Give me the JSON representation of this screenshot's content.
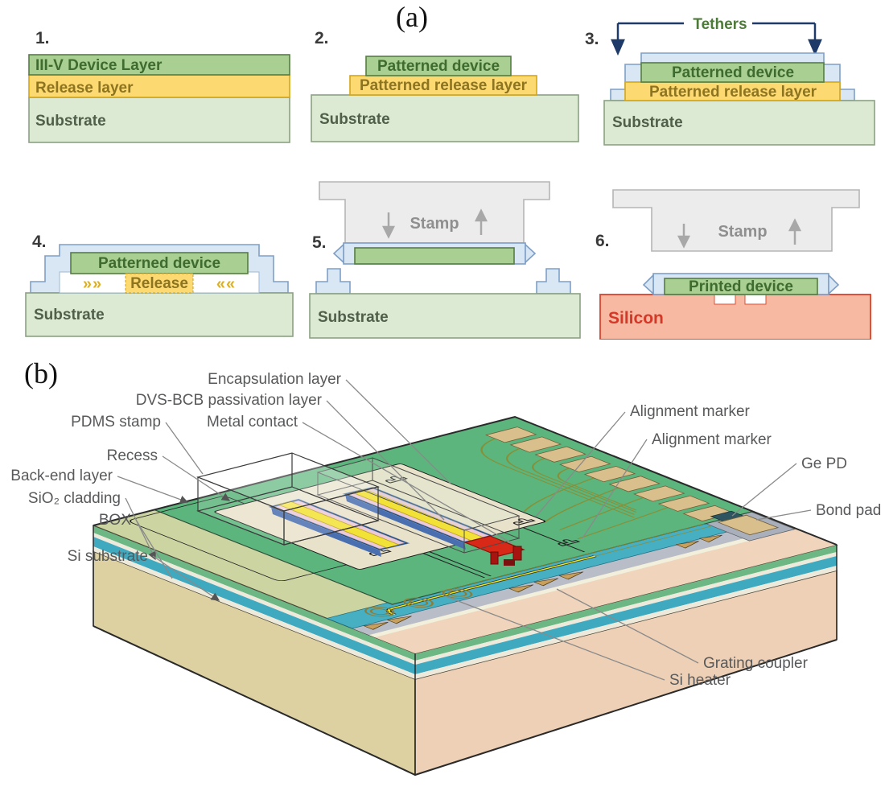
{
  "panel_a": {
    "title": "(a)",
    "step1": {
      "num": "1.",
      "layer1": "III-V Device Layer",
      "layer2": "Release layer",
      "layer3": "Substrate"
    },
    "step2": {
      "num": "2.",
      "layer1": "Patterned device",
      "layer2": "Patterned release layer",
      "layer3": "Substrate"
    },
    "step3": {
      "num": "3.",
      "tethers": "Tethers",
      "layer1": "Patterned device",
      "layer2": "Patterned release layer",
      "layer3": "Substrate"
    },
    "step4": {
      "num": "4.",
      "layer1": "Patterned device",
      "layer2": "Release",
      "layer3": "Substrate",
      "chevrons_left": "»»",
      "chevrons_right": "««"
    },
    "step5": {
      "num": "5.",
      "stamp": "Stamp",
      "layer3": "Substrate"
    },
    "step6": {
      "num": "6.",
      "stamp": "Stamp",
      "layer1": "Printed device",
      "layer3": "Silicon"
    }
  },
  "panel_b": {
    "title": "(b)",
    "labels": {
      "encapsulation": "Encapsulation layer",
      "dvs_bcb": "DVS-BCB passivation layer",
      "pdms_stamp": "PDMS stamp",
      "metal_contact": "Metal contact",
      "recess": "Recess",
      "back_end": "Back-end layer",
      "sio2": "SiO₂  cladding",
      "box": "BOX",
      "si_substrate": "Si substrate",
      "alignment_marker_1": "Alignment marker",
      "alignment_marker_2": "Alignment marker",
      "ge_pd": "Ge PD",
      "bond_pad": "Bond pad",
      "grating_coupler": "Grating coupler",
      "si_heater": "Si heater"
    }
  },
  "colors": {
    "device_green": "#a9cf92",
    "release_yellow": "#fcd971",
    "substrate_green": "#dcead3",
    "encapsulation_blue": "#d9e7f5",
    "stamp_gray": "#ececec",
    "silicon_salmon": "#f7b9a1",
    "chip_top_green": "#5cb57c",
    "cladding_teal": "#3fa9bf",
    "si_substrate_tan": "#ddd1a2",
    "si_substrate_pink": "#eed0b6",
    "bond_pad_gold": "#d9bf8c",
    "metal_red": "#d82818",
    "heater_yellow": "#f2ea1a"
  }
}
